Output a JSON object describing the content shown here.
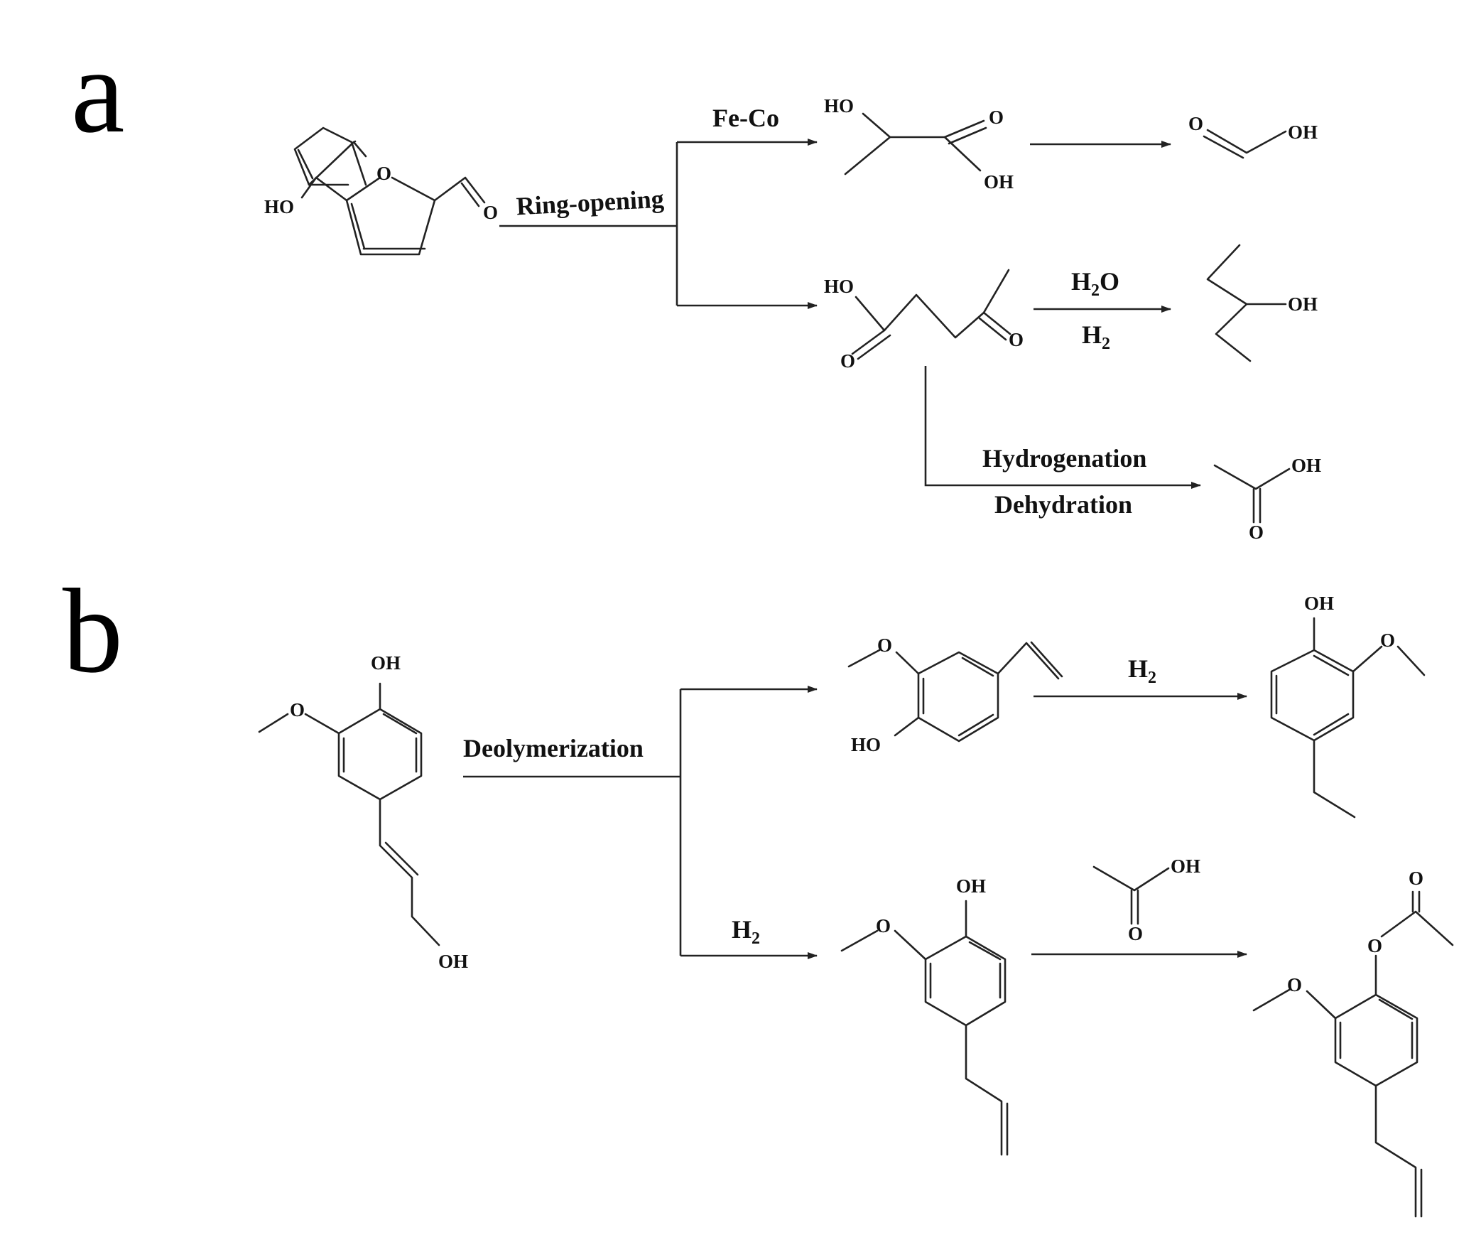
{
  "panels": {
    "a": "a",
    "b": "b"
  },
  "conditions": {
    "ring_opening": "Ring-opening",
    "fe_co": "Fe-Co",
    "h2o": {
      "main": "H",
      "sub": "2",
      "tail": "O"
    },
    "h2_upper": {
      "main": "H",
      "sub": "2"
    },
    "hydrogenation": "Hydrogenation",
    "dehydration": "Dehydration",
    "depolymerization": "Deolymerization",
    "h2_b_top": {
      "main": "H",
      "sub": "2"
    },
    "h2_b_bottom": {
      "main": "H",
      "sub": "2"
    }
  },
  "atoms": {
    "OH": "OH",
    "HO": "HO",
    "O": "O"
  }
}
